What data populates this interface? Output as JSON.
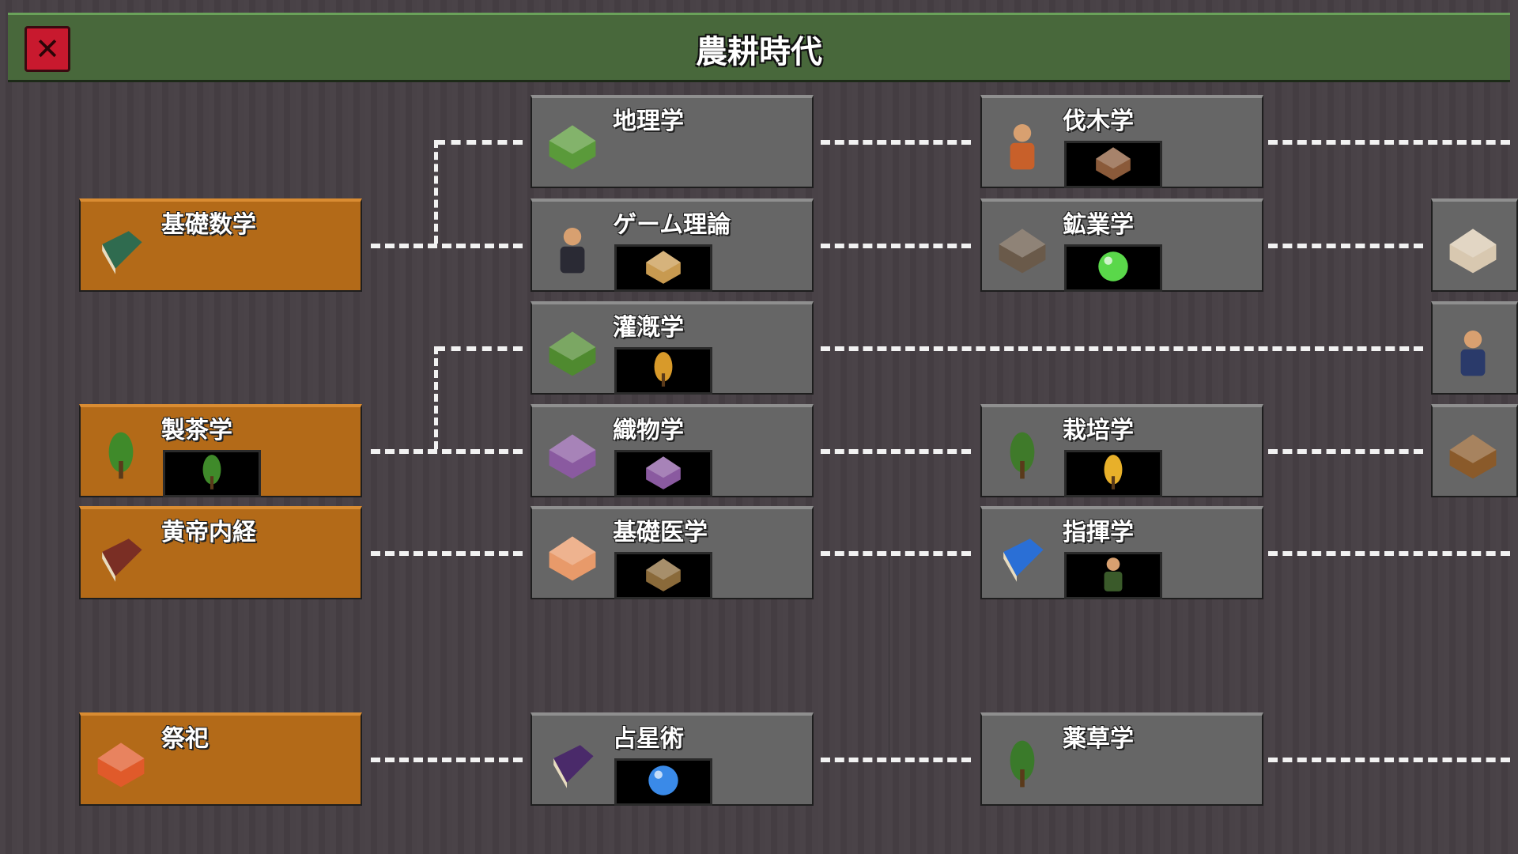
{
  "header": {
    "title": "農耕時代",
    "close_icon": "close-icon"
  },
  "colors": {
    "header": "#48683b",
    "researched": "#b36a18",
    "available": "#666666",
    "close": "#c8192e"
  },
  "techs": [
    {
      "id": "basic-math",
      "title": "基礎数学",
      "state": "researched",
      "icon": "green-book"
    },
    {
      "id": "tea",
      "title": "製茶学",
      "state": "researched",
      "icon": "leaf",
      "unlock": "tea-leaf"
    },
    {
      "id": "huangdi",
      "title": "黄帝内経",
      "state": "researched",
      "icon": "brown-book"
    },
    {
      "id": "ritual",
      "title": "祭祀",
      "state": "researched",
      "icon": "altar-flame"
    },
    {
      "id": "geography",
      "title": "地理学",
      "state": "available",
      "icon": "island"
    },
    {
      "id": "game-theory",
      "title": "ゲーム理論",
      "state": "available",
      "icon": "two-figures",
      "unlock": "house"
    },
    {
      "id": "irrigation",
      "title": "灌漑学",
      "state": "available",
      "icon": "farm-plot",
      "unlock": "wheat"
    },
    {
      "id": "textiles",
      "title": "織物学",
      "state": "available",
      "icon": "loom",
      "unlock": "loom"
    },
    {
      "id": "basic-medicine",
      "title": "基礎医学",
      "state": "available",
      "icon": "pills",
      "unlock": "cottage"
    },
    {
      "id": "astrology",
      "title": "占星術",
      "state": "available",
      "icon": "purple-book",
      "unlock": "blue-orb"
    },
    {
      "id": "logging",
      "title": "伐木学",
      "state": "available",
      "icon": "lumberjack",
      "unlock": "wood-block"
    },
    {
      "id": "mining",
      "title": "鉱業学",
      "state": "available",
      "icon": "rock",
      "unlock": "green-orb"
    },
    {
      "id": "cultivation",
      "title": "栽培学",
      "state": "available",
      "icon": "tree",
      "unlock": "corn"
    },
    {
      "id": "command",
      "title": "指揮学",
      "state": "available",
      "icon": "blue-book",
      "unlock": "general"
    },
    {
      "id": "herbalism",
      "title": "薬草学",
      "state": "available",
      "icon": "herb"
    },
    {
      "id": "next-1",
      "state": "available",
      "icon": "food-plate"
    },
    {
      "id": "next-2",
      "state": "available",
      "icon": "police-officer"
    },
    {
      "id": "next-3",
      "state": "available",
      "icon": "wine-barrels"
    }
  ]
}
